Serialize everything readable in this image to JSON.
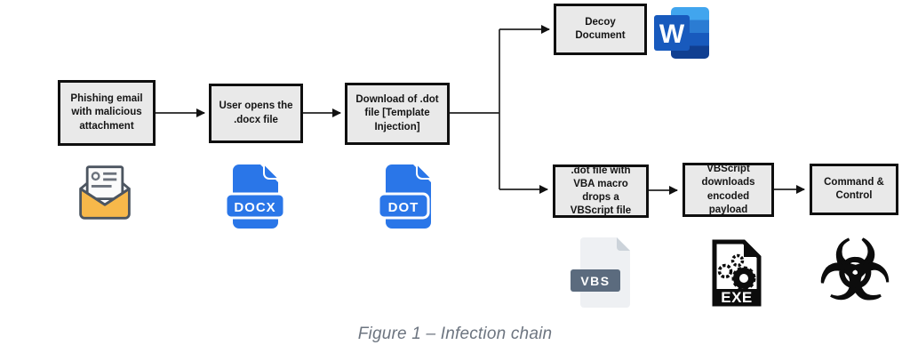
{
  "figure": {
    "caption": "Figure 1 – Infection chain"
  },
  "nodes": [
    {
      "label": "Phishing email with malicious attachment"
    },
    {
      "label": "User opens the .docx file"
    },
    {
      "label": "Download of .dot file [Template Injection]"
    },
    {
      "label": "Decoy Document"
    },
    {
      "label": ".dot file with VBA macro drops a VBScript file"
    },
    {
      "label": "VBScript downloads encoded payload"
    },
    {
      "label": "Command & Control"
    }
  ],
  "icons": {
    "envelope": "open-envelope-with-letter",
    "docx_badge": "DOCX",
    "dot_badge": "DOT",
    "word_letter": "W",
    "vbs_badge": "VBS",
    "exe_badge": "EXE",
    "biohazard_glyph": "☣"
  },
  "colors": {
    "node_fill": "#e9e9e9",
    "node_border": "#0f0f0f",
    "file_blue": "#2a76e8",
    "vbs_slate": "#5b6b7e",
    "envelope_yellow": "#f7b84a",
    "word_band_1": "#41a5ee",
    "word_band_2": "#2b7cd3",
    "word_band_3": "#185abd",
    "word_band_4": "#103f91",
    "caption_gray": "#6d7580"
  }
}
